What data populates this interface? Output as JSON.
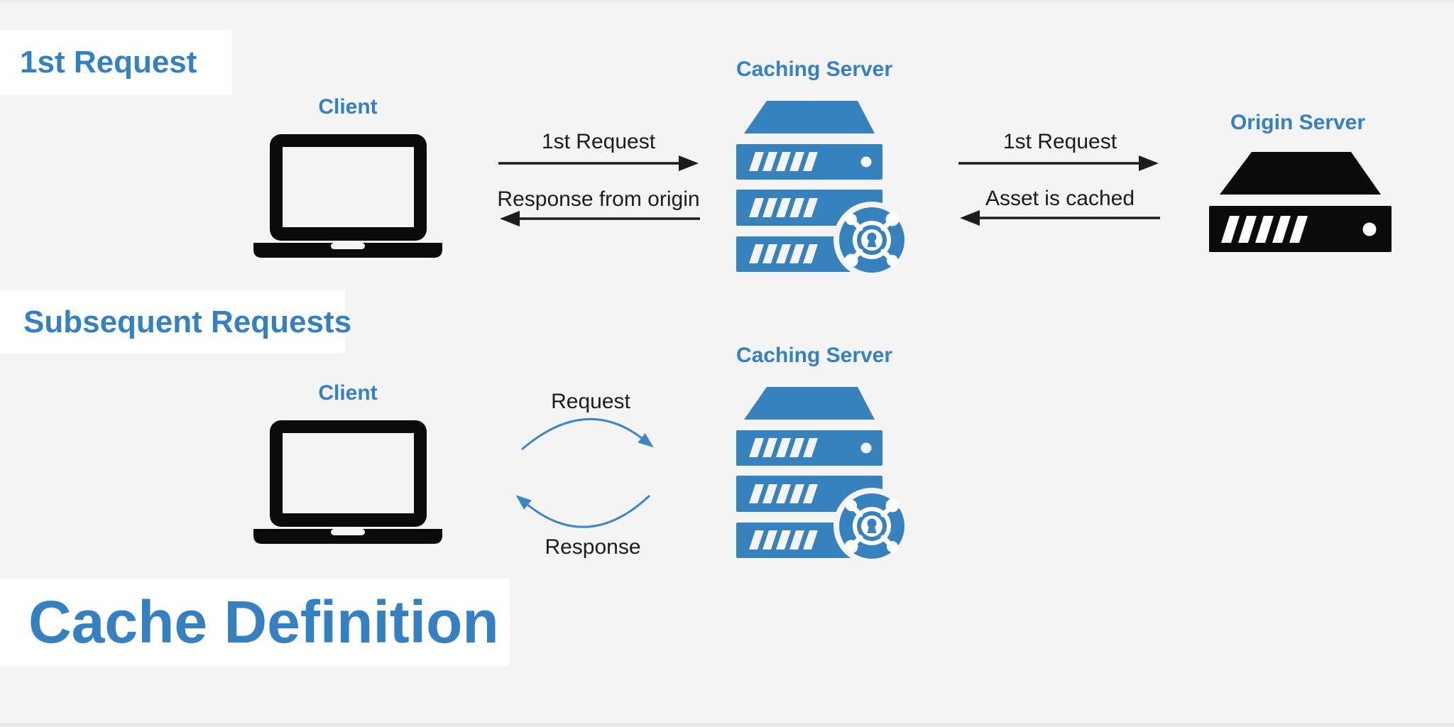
{
  "colors": {
    "background": "#f4f4f4",
    "panel_white": "#ffffff",
    "heading_blue": "#3580c1",
    "icon_blue": "#3781bc",
    "arc_blue": "#3d86c5",
    "arrow_black": "#1c1c1c",
    "origin_server_black": "#0b0b0b"
  },
  "headings": {
    "first_request": "1st Request",
    "subsequent_requests": "Subsequent Requests",
    "cache_definition": "Cache Definition"
  },
  "row1": {
    "client_label": "Client",
    "client_icon": "laptop-icon",
    "caching_server_label": "Caching Server",
    "caching_server_icon": "server-stack-shield-icon",
    "origin_server_label": "Origin Server",
    "origin_server_icon": "server-icon",
    "arrows": {
      "client_to_cache": "1st Request",
      "cache_to_client": "Response from origin",
      "cache_to_origin": "1st Request",
      "origin_to_cache": "Asset is cached"
    }
  },
  "row2": {
    "client_label": "Client",
    "client_icon": "laptop-icon",
    "caching_server_label": "Caching Server",
    "caching_server_icon": "server-stack-shield-icon",
    "arrows": {
      "request": "Request",
      "response": "Response"
    }
  }
}
